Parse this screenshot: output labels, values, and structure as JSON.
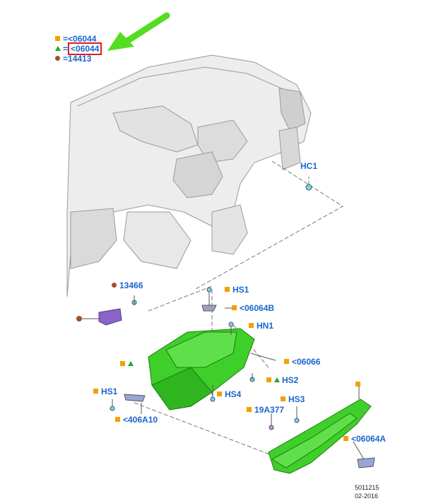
{
  "legend": {
    "square_item": "<06044",
    "triangle_item": "<06044",
    "circle_item": "14413"
  },
  "callouts": {
    "hc1": "HC1",
    "p13466": "13466",
    "hs1_top": "HS1",
    "p06064b": "<06064B",
    "hn1": "HN1",
    "p06066": "<06066",
    "hs2": "HS2",
    "hs4": "HS4",
    "hs1_left": "HS1",
    "p406a10": "<406A10",
    "p19a377": "19A377",
    "hs3": "HS3",
    "p06064a": "<06064A"
  },
  "footer": {
    "code": "5011215",
    "date": "02-2016"
  },
  "colors": {
    "label_blue": "#1a66cc",
    "marker_orange": "#f2a100",
    "marker_green": "#22aa22",
    "marker_brown": "#a0522d",
    "part_green": "#3fcf2a",
    "arrow_green": "#55dd22",
    "highlight_red": "#e01b1b"
  }
}
